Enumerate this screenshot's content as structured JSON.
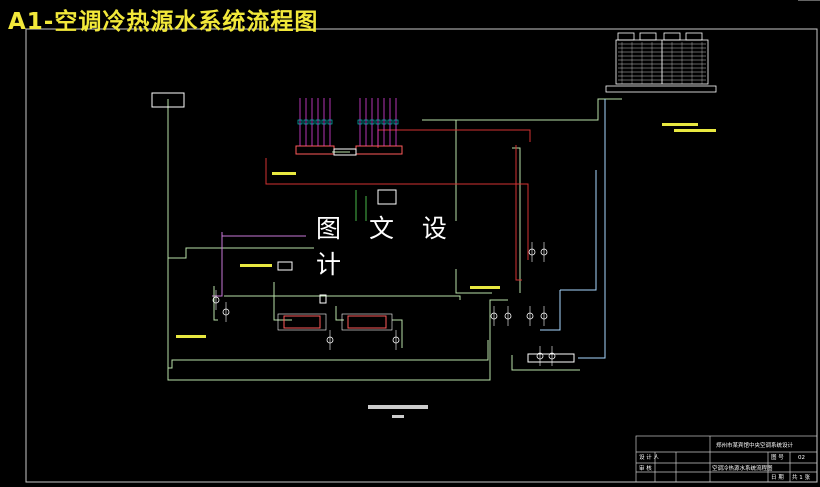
{
  "header": {
    "title": "A1-空调冷热源水系统流程图"
  },
  "watermark": {
    "text": "图 文 设 计"
  },
  "colors": {
    "background": "#000000",
    "title": "#f2e83a",
    "frame": "#c8c8c8",
    "pipe_supply": "#d23232",
    "pipe_return": "#b8e0a8",
    "pipe_cooling": "#a8d8ff",
    "pipe_purple": "#c878d8",
    "pipe_green": "#48b848",
    "equipment": "#ffffff",
    "equipment_red": "#ff5a5a",
    "equipment_magenta": "#e040e0",
    "cyan": "#00d8d8",
    "label_yellow": "#e8e840",
    "watermark_bg": "#000000",
    "watermark_text": "#ffffff"
  },
  "title_block": {
    "project_name": "郑州市某宾馆中央空调系统设计",
    "drawing_name": "空调冷热源水系统流程图",
    "drawing_no": "02",
    "designer_label": "设 计 人",
    "checker_label": "审 核",
    "date_label": "日 期",
    "sheet_label": "图 号",
    "total_label": "共 1 张"
  }
}
